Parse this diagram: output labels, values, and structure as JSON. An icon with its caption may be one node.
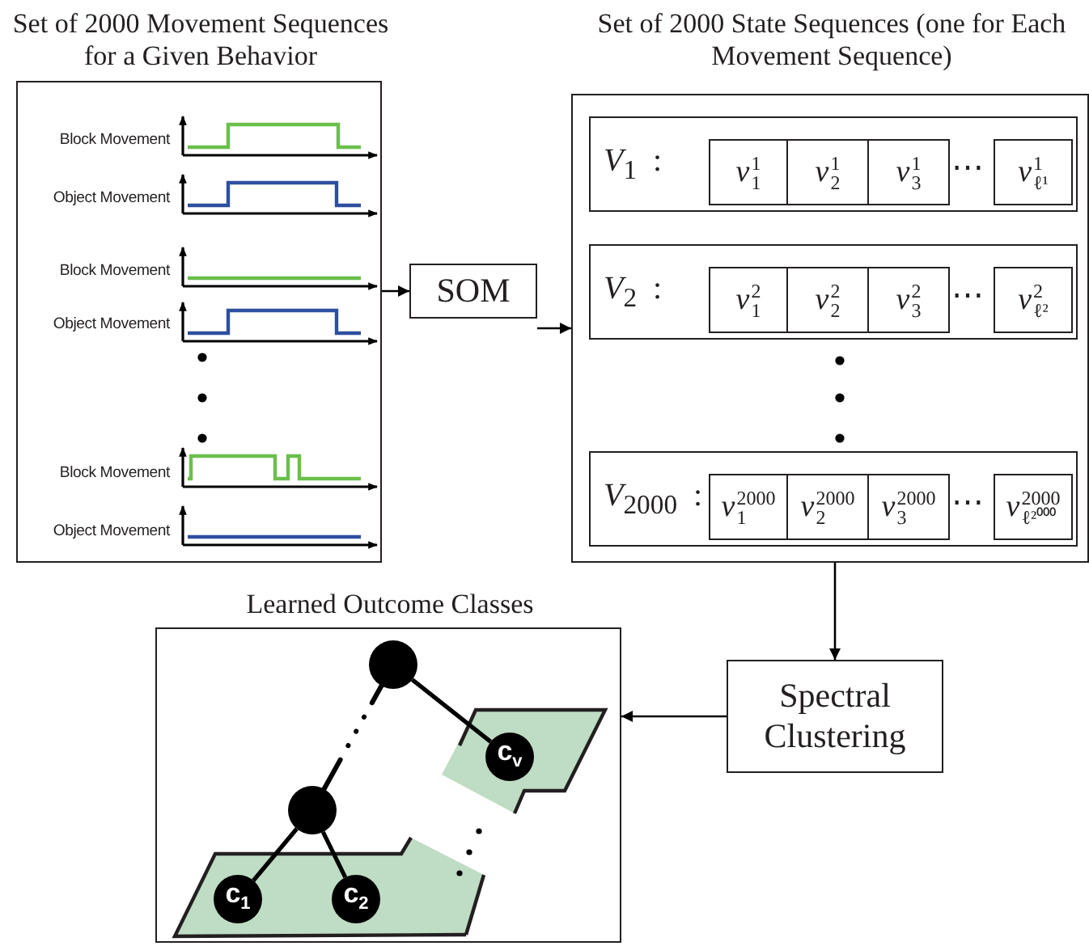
{
  "diagram": {
    "nodes": [
      {
        "text": [
          "Set of 2000 Movement Sequences for a Given Behavior",
          "Block Movement",
          "Object Movement",
          "Block Movement",
          "Object Movement",
          "Block Movement",
          "Object Movement"
        ]
      },
      {
        "text": [
          "SOM"
        ]
      },
      {
        "text": [
          "Set of 2000 State Sequences (one for Each Movement Sequence)"
        ]
      },
      {
        "text": [
          "*V*$_{1}$ :"
        ],
        "in": 2
      },
      {
        "text": [
          "*v*$^{1}$$_{1}$"
        ],
        "in": 3
      },
      {
        "text": [
          "*v*$^{1}$$_{2}$"
        ],
        "in": 3
      },
      {
        "text": [
          "*v*$^{1}$$_{3}$"
        ],
        "in": 3
      },
      {
        "text": [
          "*v*$^{1}$$_{ℓ¹}$"
        ],
        "in": 3
      },
      {
        "text": [
          "*V*$_{2}$ :"
        ],
        "in": 2
      },
      {
        "text": [
          "*v*$^{2}$$_{1}$"
        ],
        "in": 8
      },
      {
        "text": [
          "*v*$^{2}$$_{2}$"
        ],
        "in": 8
      },
      {
        "text": [
          "*v*$^{2}$$_{3}$"
        ],
        "in": 8
      },
      {
        "text": [
          "*v*$^{2}$$_{ℓ²}$"
        ],
        "in": 8
      },
      {
        "text": [
          "*V*$_{2000}$ :"
        ],
        "in": 2
      },
      {
        "text": [
          "*v*$^{2000}$$_{1}$"
        ],
        "in": 13
      },
      {
        "text": [
          "*v*$^{2000}$$_{2}$"
        ],
        "in": 13
      },
      {
        "text": [
          "*v*$^{2000}$$_{3}$"
        ],
        "in": 13
      },
      {
        "text": [
          "*v*$^{2000}$$_{ℓ²⁰⁰⁰}$"
        ],
        "in": 13
      },
      {
        "text": [
          "Spectral Clustering"
        ]
      },
      {
        "text": [
          "Learned Outcome Classes"
        ]
      },
      {
        "text": [],
        "shape": "circle",
        "in": 19
      },
      {
        "text": [],
        "shape": "circle",
        "in": 19
      },
      {
        "text": [
          "c$_{1}$"
        ],
        "in": 19
      },
      {
        "text": [
          "c$_{2}$"
        ],
        "in": 19
      },
      {
        "text": [
          "c$_{v}$"
        ],
        "in": 19
      }
    ],
    "edges": [
      {
        "from": 0,
        "to": 1,
        "arrow": "to"
      },
      {
        "from": 1,
        "to": 2,
        "arrow": "to"
      },
      {
        "from": 2,
        "to": 18,
        "arrow": "to"
      },
      {
        "from": 18,
        "to": 19,
        "arrow": "to"
      },
      {
        "from": 20,
        "to": 24,
        "arrow": "none"
      },
      {
        "from": 20,
        "to": 21,
        "arrow": "none",
        "style": "dashed"
      },
      {
        "from": 21,
        "to": 22,
        "arrow": "none"
      },
      {
        "from": 21,
        "to": 23,
        "arrow": "none"
      }
    ],
    "labels": [
      "⋯",
      "⋯",
      "⋯"
    ]
  }
}
